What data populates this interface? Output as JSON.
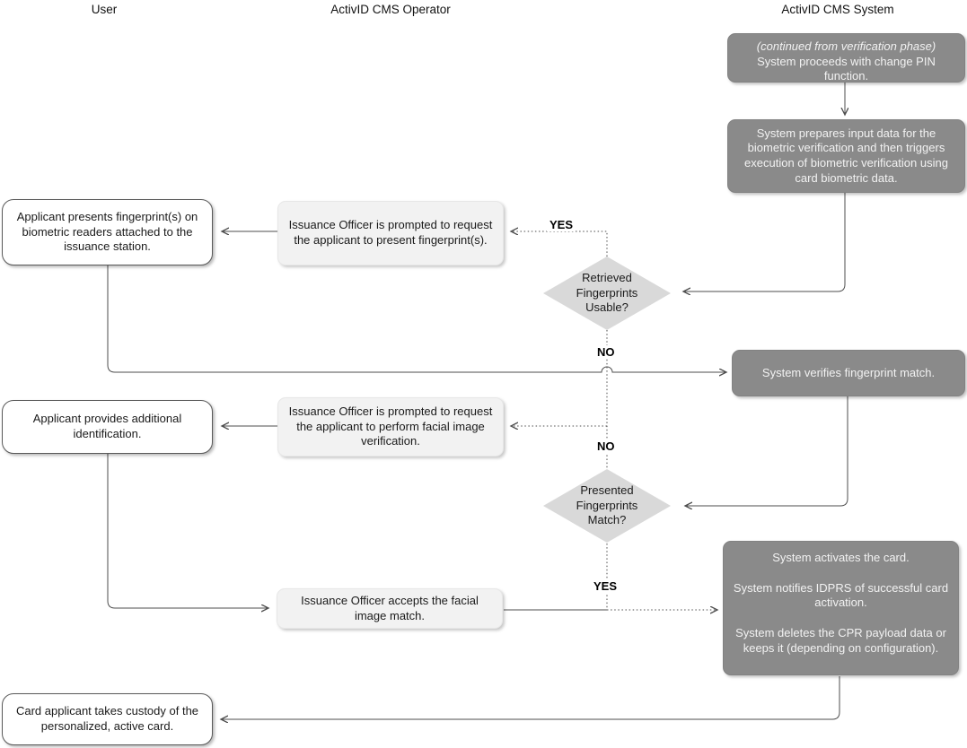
{
  "lanes": [
    {
      "label": "User"
    },
    {
      "label": "ActivID CMS Operator"
    },
    {
      "label": "ActivID CMS System"
    }
  ],
  "nodes": {
    "sys_continued": {
      "note": "(continued from verification phase)",
      "text": "System proceeds with change PIN function."
    },
    "sys_prepares": {
      "text": "System prepares input data for the biometric verification and then triggers execution of biometric verification using card biometric data."
    },
    "user_presents": {
      "text": "Applicant presents fingerprint(s) on biometric readers attached to the issuance station."
    },
    "op_prompt_fingerprints": {
      "text": "Issuance Officer is prompted to request the applicant to present fingerprint(s)."
    },
    "decision_retrieved": {
      "text": "Retrieved Fingerprints Usable?"
    },
    "sys_verifies": {
      "text": "System verifies fingerprint match."
    },
    "user_additional_id": {
      "text": "Applicant provides additional identification."
    },
    "op_prompt_facial": {
      "text": "Issuance Officer is prompted to request the applicant to perform facial image verification."
    },
    "decision_presented": {
      "text": "Presented Fingerprints Match?"
    },
    "sys_activates": {
      "p1": "System activates the card.",
      "p2": "System notifies IDPRS of successful card activation.",
      "p3": "System deletes the CPR payload data or keeps it (depending on configuration)."
    },
    "op_accepts_facial": {
      "text": "Issuance Officer accepts the facial image match."
    },
    "user_custody": {
      "text": "Card applicant takes custody of the personalized, active card."
    }
  },
  "edge_labels": {
    "yes_retrieved": "YES",
    "no_retrieved": "NO",
    "no_presented": "NO",
    "yes_presented": "YES"
  },
  "colors": {
    "system_fill": "#8a8a8a",
    "system_text": "#f2f2f2",
    "decision_fill": "#d9d9d9",
    "operator_fill": "#f2f2f2",
    "user_fill": "#ffffff",
    "line": "#4d4d4d"
  }
}
